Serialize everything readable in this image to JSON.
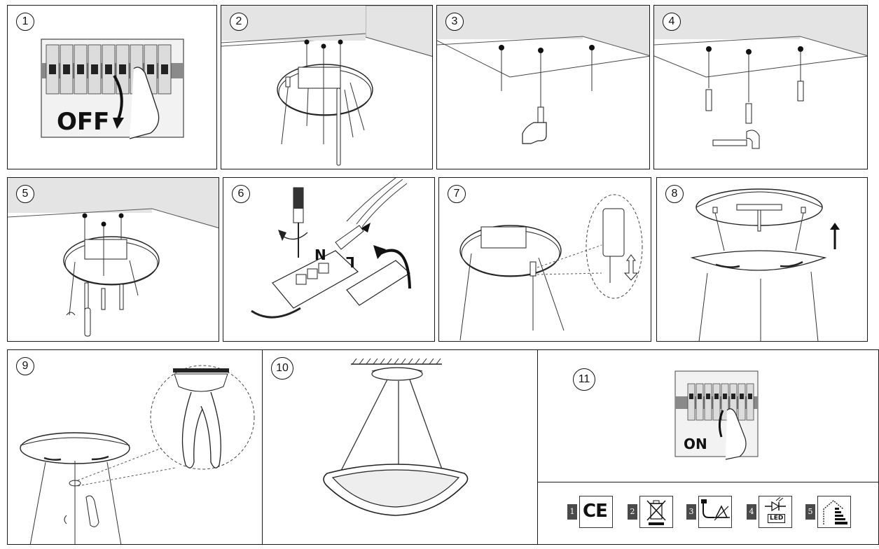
{
  "steps": [
    {
      "number": "1",
      "caption": "OFF"
    },
    {
      "number": "2"
    },
    {
      "number": "3"
    },
    {
      "number": "4"
    },
    {
      "number": "5"
    },
    {
      "number": "6",
      "labels": [
        "N",
        "L"
      ]
    },
    {
      "number": "7"
    },
    {
      "number": "8"
    },
    {
      "number": "9"
    },
    {
      "number": "10"
    },
    {
      "number": "11",
      "caption": "ON"
    }
  ],
  "symbols": [
    {
      "index": "1",
      "icon": "ce-mark-icon",
      "text": "CE"
    },
    {
      "index": "2",
      "icon": "crossed-bin-icon"
    },
    {
      "index": "3",
      "icon": "plug-warning-icon"
    },
    {
      "index": "4",
      "icon": "led-diode-icon",
      "text": "LED"
    },
    {
      "index": "5",
      "icon": "energy-house-icon"
    }
  ]
}
